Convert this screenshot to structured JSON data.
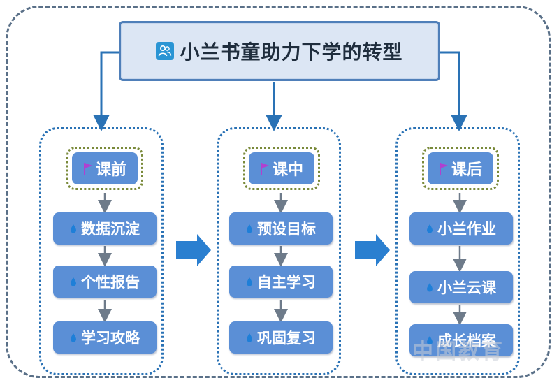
{
  "title": "小兰书童助力下学的转型",
  "columns": [
    {
      "stage": "课前",
      "steps": [
        "数据沉淀",
        "个性报告",
        "学习攻略"
      ]
    },
    {
      "stage": "课中",
      "steps": [
        "预设目标",
        "自主学习",
        "巩固复习"
      ]
    },
    {
      "stage": "课后",
      "steps": [
        "小兰作业",
        "小兰云课",
        "成长档案"
      ]
    }
  ],
  "watermark": "中国教育",
  "colors": {
    "box": "#5b8fd6",
    "arrow": "#2a72b5",
    "flag": "#b040d0",
    "title_border": "#4f7fb9"
  }
}
